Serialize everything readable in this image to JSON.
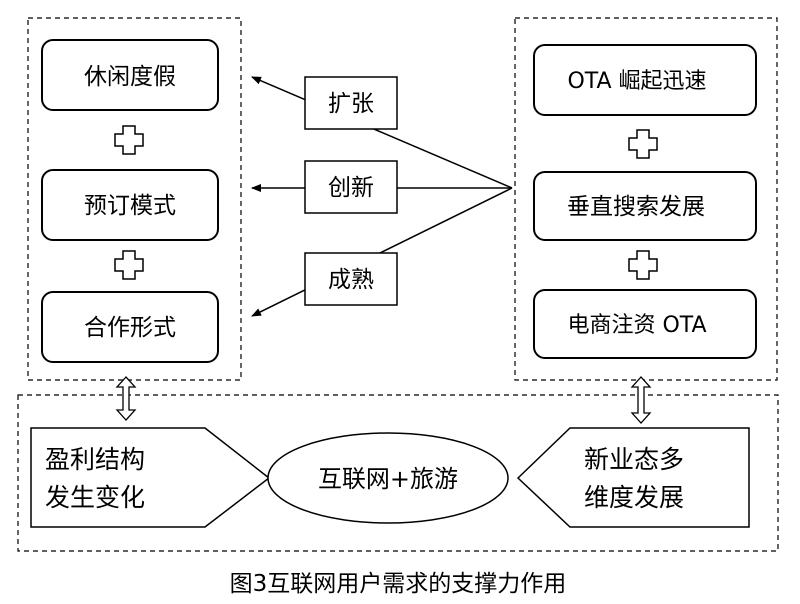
{
  "left_column": {
    "box1": "休闲度假",
    "box2": "预订模式",
    "box3": "合作形式"
  },
  "right_column": {
    "box1": "OTA 崛起迅速",
    "box2": "垂直搜索发展",
    "box3": "电商注资 OTA"
  },
  "arrow_labels": {
    "expand": "扩张",
    "innovate": "创新",
    "mature": "成熟"
  },
  "bottom": {
    "left_line1": "盈利结构",
    "left_line2": "发生变化",
    "center": "互联网+旅游",
    "right_line1": "新业态多",
    "right_line2": "维度发展"
  },
  "caption": "图3互联网用户需求的支撑力作用"
}
